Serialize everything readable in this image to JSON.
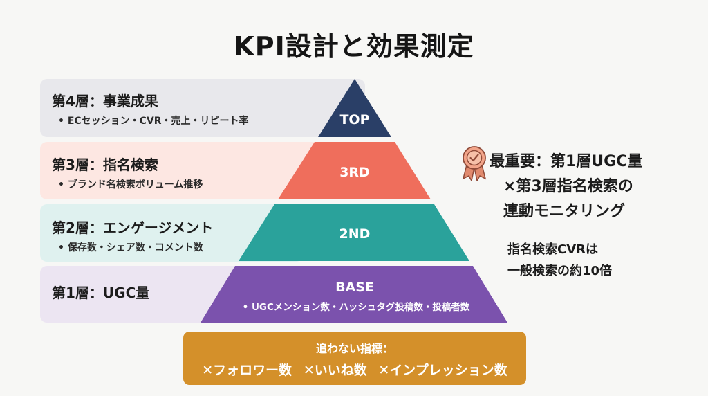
{
  "title": "KPI設計と効果測定",
  "layers": [
    {
      "label": "第4層：事業成果",
      "detail": "• ECセッション・CVR・売上・リピート率",
      "tier": "TOP",
      "tier_color": "#2a3f67",
      "band_color": "#e8e8ec"
    },
    {
      "label": "第3層：指名検索",
      "detail": "• ブランド名検索ボリューム推移",
      "tier": "3RD",
      "tier_color": "#ef6e5c",
      "band_color": "#fde7e2"
    },
    {
      "label": "第2層：エンゲージメント",
      "detail": "• 保存数・シェア数・コメント数",
      "tier": "2ND",
      "tier_color": "#2aa29b",
      "band_color": "#dff1ef"
    },
    {
      "label": "第1層：UGC量",
      "detail": "• UGCメンション数・ハッシュタグ投稿数・投稿者数",
      "tier": "BASE",
      "tier_color": "#7b52ad",
      "band_color": "#ece5f2"
    }
  ],
  "highlight": {
    "lines": [
      "最重要：第1層UGC量",
      "×第3層指名検索の",
      "連動モニタリング"
    ],
    "icon": "award-ribbon-icon"
  },
  "note": {
    "lines": [
      "指名検索CVRは",
      "一般検索の約10倍"
    ]
  },
  "excluded": {
    "title": "追わない指標：",
    "items": [
      "✕フォロワー数",
      "✕いいね数",
      "✕インプレッション数"
    ],
    "color": "#d4902a"
  }
}
